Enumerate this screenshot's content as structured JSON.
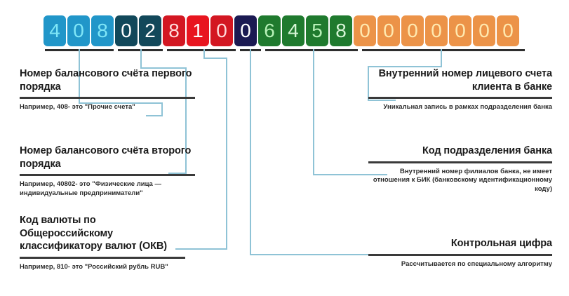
{
  "account_number": "40802810064580000000",
  "digits": [
    {
      "char": "4",
      "group": "first_order",
      "bg": "#2196c9",
      "fg": "#7fe6f7"
    },
    {
      "char": "0",
      "group": "first_order",
      "bg": "#2196c9",
      "fg": "#7fe6f7"
    },
    {
      "char": "8",
      "group": "first_order",
      "bg": "#2196c9",
      "fg": "#7fe6f7"
    },
    {
      "char": "0",
      "group": "second_order",
      "bg": "#12485a",
      "fg": "#ffffff"
    },
    {
      "char": "2",
      "group": "second_order",
      "bg": "#12485a",
      "fg": "#ffffff"
    },
    {
      "char": "8",
      "group": "currency",
      "bg": "#d31722",
      "fg": "#ffd9d9"
    },
    {
      "char": "1",
      "group": "currency",
      "bg": "#e8151f",
      "fg": "#ffffff"
    },
    {
      "char": "0",
      "group": "currency",
      "bg": "#d31722",
      "fg": "#ffd9d9"
    },
    {
      "char": "0",
      "group": "control",
      "bg": "#1b1a52",
      "fg": "#ffffff"
    },
    {
      "char": "6",
      "group": "branch",
      "bg": "#1f7a2e",
      "fg": "#b6f0b6"
    },
    {
      "char": "4",
      "group": "branch",
      "bg": "#1f7a2e",
      "fg": "#d6f5d6"
    },
    {
      "char": "5",
      "group": "branch",
      "bg": "#1f7a2e",
      "fg": "#b6f0b6"
    },
    {
      "char": "8",
      "group": "branch",
      "bg": "#1f7a2e",
      "fg": "#d6f5d6"
    },
    {
      "char": "0",
      "group": "internal",
      "bg": "#ec9348",
      "fg": "#ffe9b0"
    },
    {
      "char": "0",
      "group": "internal",
      "bg": "#ec9348",
      "fg": "#ffe9b0"
    },
    {
      "char": "0",
      "group": "internal",
      "bg": "#ec9348",
      "fg": "#ffe9b0"
    },
    {
      "char": "0",
      "group": "internal",
      "bg": "#ec9348",
      "fg": "#ffe9b0"
    },
    {
      "char": "0",
      "group": "internal",
      "bg": "#ec9348",
      "fg": "#ffe9b0"
    },
    {
      "char": "0",
      "group": "internal",
      "bg": "#ec9348",
      "fg": "#ffe9b0"
    },
    {
      "char": "0",
      "group": "internal",
      "bg": "#ec9348",
      "fg": "#ffe9b0"
    }
  ],
  "blocks": {
    "first_order": {
      "title": "Номер балансового счёта первого порядка",
      "note": "Например, 408-  это \"Прочие счета\""
    },
    "second_order": {
      "title": "Номер балансового счёта второго порядка",
      "note": "Например, 40802-  это \"Физические лица — индивидуальные предприниматели\""
    },
    "currency": {
      "title": "Код валюты по Общероссийскому классификатору валют (ОКВ)",
      "note": "Например, 810-  это \"Российский рубль RUB\""
    },
    "internal": {
      "title": "Внутренний номер лицевого счета клиента в банке",
      "note": "Уникальная запись в рамках подразделения банка"
    },
    "branch": {
      "title": "Код подразделения банка",
      "note": "Внутренний номер филиалов банка, не имеет отношения к БИК (банковскому идентификационному коду)"
    },
    "control": {
      "title": "Контрольная цифра",
      "note": "Рассчитывается по специальному алгоритму"
    }
  },
  "colors": {
    "connector": "#8fc3d6",
    "rule": "#2e2e2e",
    "background": "#ffffff"
  }
}
